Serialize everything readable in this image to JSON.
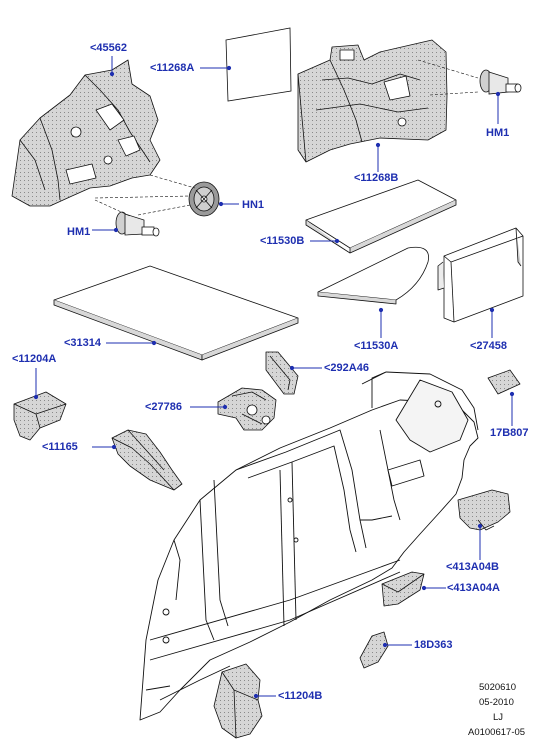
{
  "colors": {
    "label": "#1e2fb0",
    "leader": "#1e2fb0",
    "part_outline": "#111111",
    "part_fill": "#ffffff",
    "part_shade": "#bdbdbd"
  },
  "labels": {
    "p45562": "<45562",
    "p11268A": "<11268A",
    "p11268B": "<11268B",
    "hm1_right": "HM1",
    "hn1": "HN1",
    "hm1_left": "HM1",
    "p11530B": "<11530B",
    "p11530A": "<11530A",
    "p27458": "<27458",
    "p31314": "<31314",
    "p11204A": "<11204A",
    "p292A46": "<292A46",
    "p27786": "<27786",
    "p11165": "<11165",
    "p17B807": "17B807",
    "p413A04B": "<413A04B",
    "p413A04A": "<413A04A",
    "p18D363": "18D363",
    "p11204B": "<11204B"
  },
  "footer": {
    "line1": "5020610",
    "line2": "05-2010",
    "line3": "LJ",
    "line4": "A0100617-05"
  }
}
